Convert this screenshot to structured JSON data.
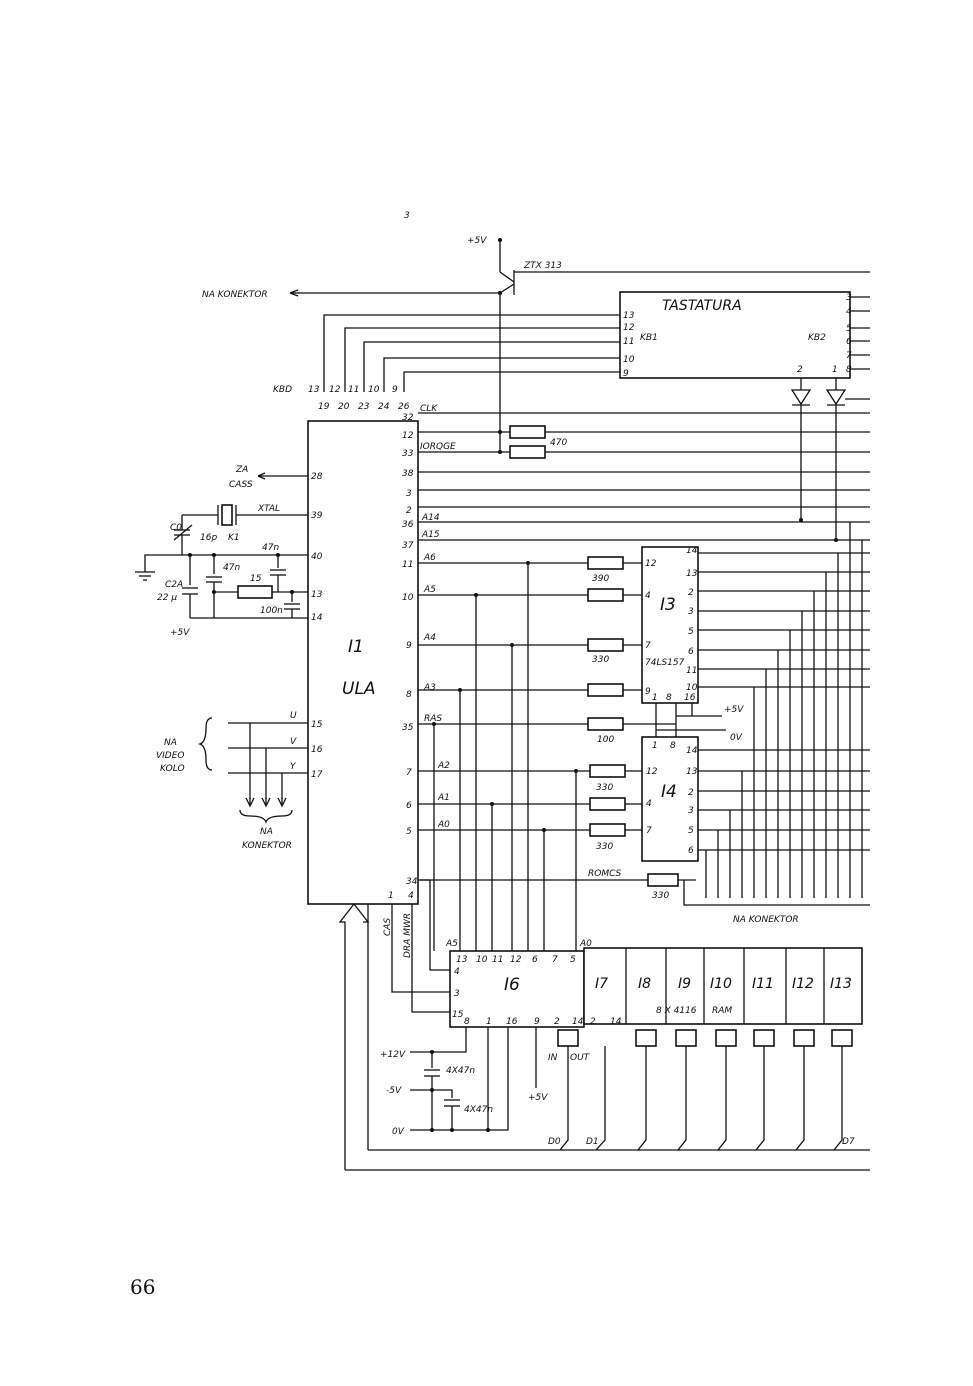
{
  "page_number": "66",
  "top_mark": "3",
  "power": {
    "plus5v": "+5V",
    "zero_v": "0V",
    "plus12v": "+12V",
    "minus5v": "-5V"
  },
  "transistor": "ZTX 313",
  "labels": {
    "na_konektor": "NA KONEKTOR",
    "za_cass": [
      "ZA",
      "CASS"
    ],
    "na_video_kolo": [
      "NA",
      "VIDEO",
      "KOLO"
    ],
    "na_konektor_bottom": [
      "NA",
      "KONEKTOR"
    ],
    "kbd": "KBD",
    "xtal": "XTAL",
    "clk": "CLK",
    "iorqge": "IORQGE",
    "romcs": "ROMCS",
    "cas": "CAS",
    "dramwr": "DRA MWR",
    "in": "IN",
    "out": "OUT",
    "d0": "D0",
    "d1": "D1",
    "d7": "D7"
  },
  "chips": {
    "i1": {
      "name": "I1",
      "type": "ULA"
    },
    "i3": {
      "name": "I3",
      "type": "74LS157"
    },
    "i4": {
      "name": "I4"
    },
    "i6": {
      "name": "I6"
    },
    "ram": [
      "I7",
      "I8",
      "I9",
      "I10",
      "I11",
      "I12",
      "I13"
    ],
    "ram_type": "8 X 4116",
    "ram_label": "RAM",
    "keyboard": {
      "name": "TASTATURA",
      "kb1": "KB1",
      "kb2": "KB2"
    }
  },
  "components": {
    "c0": "C0",
    "c16p": "16p",
    "k1": "K1",
    "c2a": "C2A",
    "c22u": "22 μ",
    "c47n_a": "47n",
    "c47n_b": "47n",
    "r15": "15",
    "c100n": "100n",
    "r470": "470",
    "r330_a": "330",
    "r330_b": "330",
    "r100": "100",
    "r330_c": "330",
    "r330_d": "330",
    "r390": "390",
    "cap_bank_a": "4X47n",
    "cap_bank_b": "4X47n"
  },
  "kbd_pins": [
    "13",
    "12",
    "11",
    "10",
    "9"
  ],
  "ula_top_pins": [
    "19",
    "20",
    "23",
    "24",
    "26"
  ],
  "ula_right_pins": [
    "32",
    "12",
    "33",
    "38",
    "3",
    "2",
    "36",
    "37",
    "11",
    "10",
    "9",
    "8",
    "35",
    "7",
    "6",
    "5",
    "34"
  ],
  "ula_left_pins": [
    "28",
    "39",
    "40",
    "13",
    "14",
    "15",
    "16",
    "17"
  ],
  "ula_bottom_pins": [
    "1",
    "4"
  ],
  "addr_labels": [
    "A14",
    "A15",
    "A6",
    "A5",
    "A4",
    "A3",
    "RAS",
    "A2",
    "A1",
    "A0"
  ],
  "video_signals": [
    "U",
    "V",
    "Y"
  ],
  "kb_left_pins": [
    "13",
    "12",
    "11",
    "10",
    "9"
  ],
  "kb_right_pins": [
    "3",
    "4",
    "5",
    "6",
    "7",
    "8"
  ],
  "kb_bottom_pins": [
    "2",
    "1"
  ],
  "i3_left_pins": [
    "12",
    "4",
    "7",
    "9"
  ],
  "i3_right_pins": [
    "14",
    "13",
    "2",
    "3",
    "5",
    "6",
    "11",
    "10"
  ],
  "i3_bottom_pins": [
    "1",
    "8",
    "16"
  ],
  "i4_top_pins": [
    "1",
    "8"
  ],
  "i4_left_pins": [
    "12",
    "4",
    "7"
  ],
  "i4_right_pins": [
    "14",
    "13",
    "2",
    "3",
    "5",
    "6"
  ],
  "i6_top_pins": [
    "13",
    "10",
    "11",
    "12",
    "6",
    "7",
    "5"
  ],
  "i6_left_pins": [
    "4",
    "3",
    "15"
  ],
  "i6_bottom_pins": [
    "8",
    "1",
    "16",
    "9",
    "2",
    "14"
  ],
  "i6_a_labels": [
    "A5",
    "A0"
  ],
  "ram_pins": [
    "2",
    "14"
  ]
}
